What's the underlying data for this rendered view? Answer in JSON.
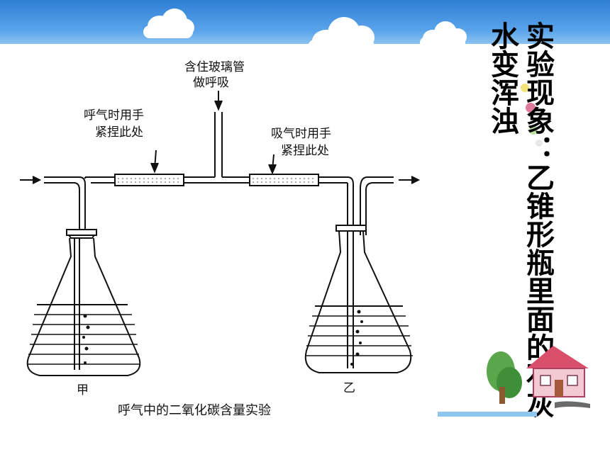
{
  "diagram": {
    "top_label_line1": "含住玻璃管",
    "top_label_line2": "做呼吸",
    "left_clamp_line1": "呼气时用手",
    "left_clamp_line2": "紧捏此处",
    "right_clamp_line1": "吸气时用手",
    "right_clamp_line2": "紧捏此处",
    "left_flask_label": "甲",
    "right_flask_label": "乙",
    "caption": "呼气中的二氧化碳含量实验"
  },
  "observation": {
    "column1": "实验现象：乙锥形瓶里面的石灰",
    "column2": "水变浑浊"
  },
  "colors": {
    "header_blue": "#3d8fe0",
    "accent_line": "#8ec6f0"
  }
}
